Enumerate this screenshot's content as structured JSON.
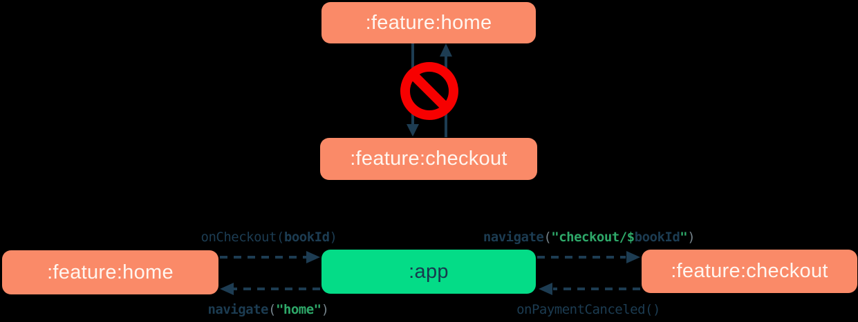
{
  "background": "#000000",
  "colors": {
    "module_box": "#FA8A68",
    "app_box": "#04DC87",
    "box_text_light": "#FFF6F0",
    "box_text_dark": "#17384E",
    "arrow": "#1D3C52",
    "code_default": "#1C3C52",
    "code_punctuation": "#75828A",
    "code_string": "#2EA869",
    "forbidden_red": "#F70000"
  },
  "top_diagram": {
    "nodes": [
      {
        "id": "feature-home",
        "label": ":feature:home"
      },
      {
        "id": "feature-checkout",
        "label": ":feature:checkout"
      }
    ],
    "edges": [
      {
        "from": "feature-home",
        "to": "feature-checkout",
        "style": "solid"
      },
      {
        "from": "feature-checkout",
        "to": "feature-home",
        "style": "solid"
      }
    ],
    "forbidden_icon": "no-entry"
  },
  "bottom_diagram": {
    "nodes": [
      {
        "id": "feature-home",
        "label": ":feature:home"
      },
      {
        "id": "app",
        "label": ":app"
      },
      {
        "id": "feature-checkout",
        "label": ":feature:checkout"
      }
    ],
    "edges": [
      {
        "from": "feature-home",
        "to": "app",
        "style": "dashed",
        "segments": [
          {
            "text": "onCheckout("
          },
          {
            "text": "bookId"
          },
          {
            "text": ")"
          }
        ]
      },
      {
        "from": "app",
        "to": "feature-checkout",
        "style": "dashed",
        "segments": [
          {
            "text": "navigate"
          },
          {
            "text": "("
          },
          {
            "text": "\"checkout/$"
          },
          {
            "text": "bookId"
          },
          {
            "text": "\""
          },
          {
            "text": ")"
          }
        ]
      },
      {
        "from": "app",
        "to": "feature-home",
        "style": "dashed",
        "segments": [
          {
            "text": "navigate"
          },
          {
            "text": "("
          },
          {
            "text": "\"home\""
          },
          {
            "text": ")"
          }
        ]
      },
      {
        "from": "feature-checkout",
        "to": "app",
        "style": "dashed",
        "segments": [
          {
            "text": "onPaymentCanceled()"
          }
        ]
      }
    ]
  }
}
